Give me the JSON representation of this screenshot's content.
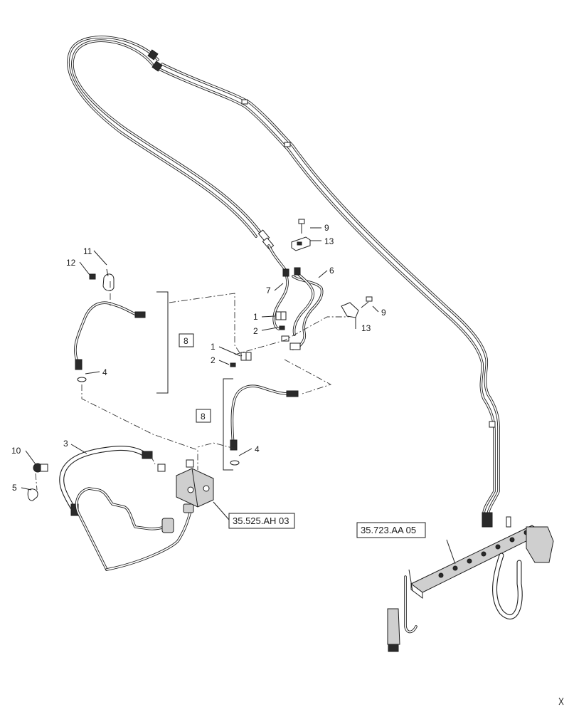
{
  "callouts": {
    "c1a": "1",
    "c1b": "1",
    "c2a": "2",
    "c2b": "2",
    "c3": "3",
    "c4a": "4",
    "c4b": "4",
    "c5": "5",
    "c6": "6",
    "c7": "7",
    "c8a": "8",
    "c8b": "8",
    "c9a": "9",
    "c9b": "9",
    "c10": "10",
    "c11": "11",
    "c12": "12",
    "c13a": "13",
    "c13b": "13"
  },
  "references": {
    "valve_ref": "35.525.AH 03",
    "header_ref": "35.723.AA 05"
  }
}
